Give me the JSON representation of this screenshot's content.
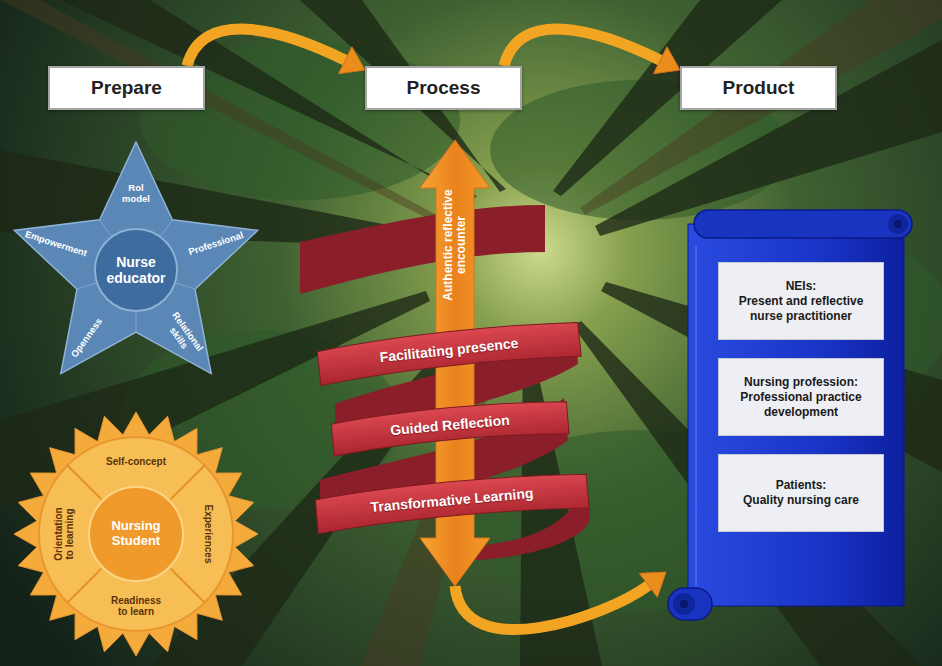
{
  "diagram": {
    "nodes": [
      {
        "text": [
          "Prepare"
        ]
      },
      {
        "text": [
          "Process"
        ]
      },
      {
        "text": [
          "Product"
        ]
      },
      {
        "text": [
          "Rol model",
          "Professional",
          "Relational skills",
          "Openness",
          "Empowerment"
        ]
      },
      {
        "text": [
          "Nurse educator"
        ],
        "in": 3
      },
      {
        "text": [
          "Self-concept",
          "Experiences",
          "Readiness to learn",
          "Orientation to learning"
        ]
      },
      {
        "text": [
          "Nursing Student"
        ],
        "in": 5
      },
      {
        "text": [
          "Authentic reflective encounter"
        ]
      },
      {
        "text": [
          "Facilitating presence"
        ]
      },
      {
        "text": [
          "Guided Reflection"
        ]
      },
      {
        "text": [
          "Transformative Learning"
        ]
      },
      {
        "text": []
      },
      {
        "text": [
          "NEIs:",
          "Present and reflective nurse practitioner"
        ],
        "in": 11
      },
      {
        "text": [
          "Nursing profession:",
          "Professional practice development"
        ],
        "in": 11
      },
      {
        "text": [
          "Patients:",
          "Quality nursing care"
        ],
        "in": 11
      }
    ],
    "edges": [
      {
        "from": 0,
        "to": 1,
        "arrow": "to"
      },
      {
        "from": 1,
        "to": 2,
        "arrow": "to"
      },
      {
        "from": 7,
        "to": 11,
        "arrow": "to"
      }
    ]
  }
}
